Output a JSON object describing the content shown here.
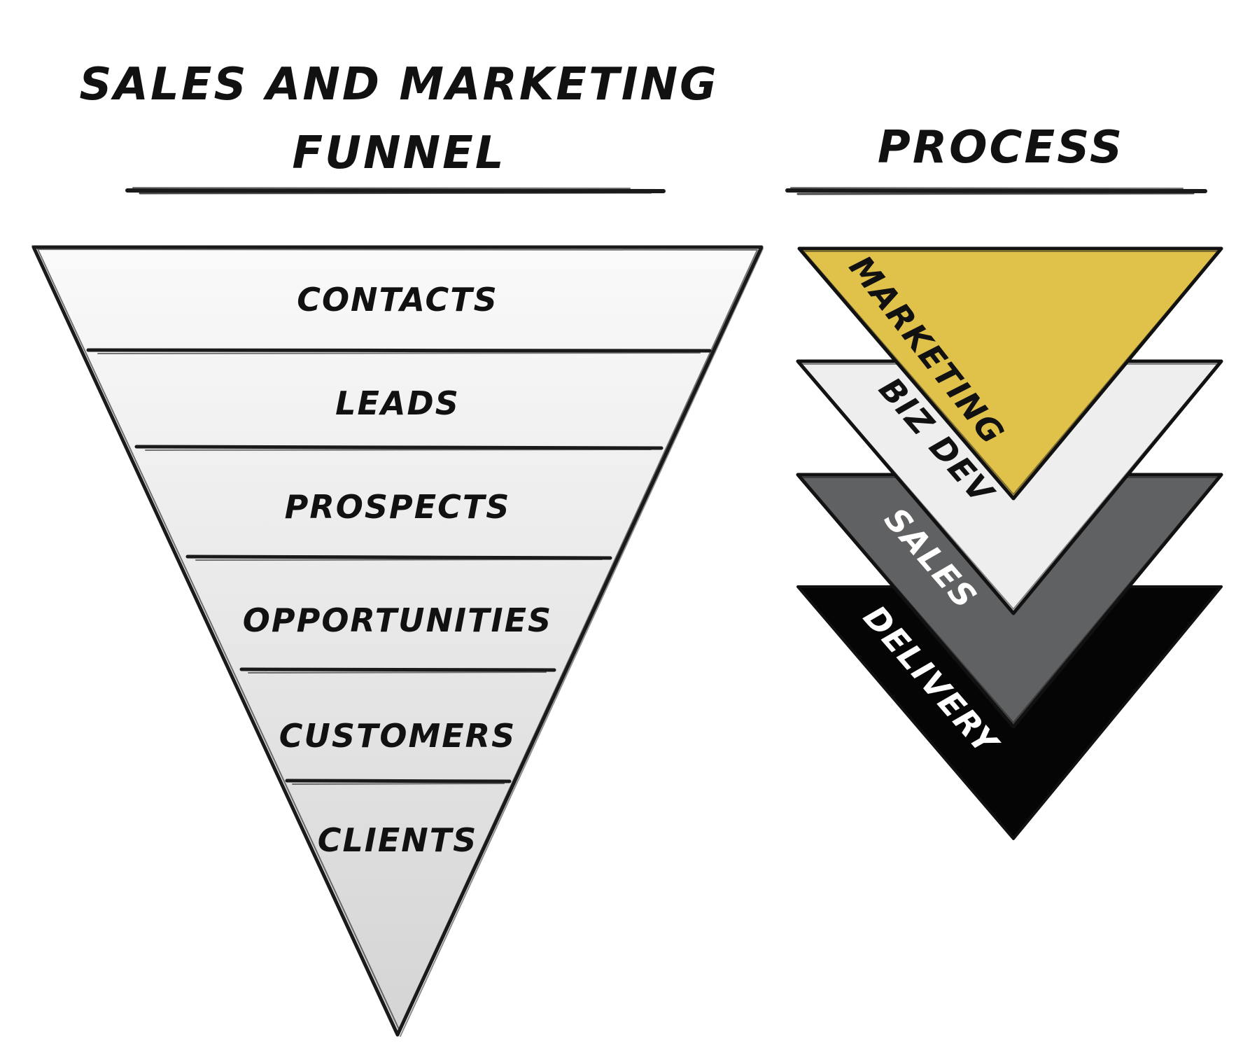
{
  "funnel": {
    "title_line1": "SALES AND MARKETING",
    "title_line2": "FUNNEL",
    "stages": [
      "CONTACTS",
      "LEADS",
      "PROSPECTS",
      "OPPORTUNITIES",
      "CUSTOMERS",
      "CLIENTS"
    ]
  },
  "process": {
    "title": "PROCESS",
    "layers": [
      {
        "label": "MARKETING",
        "color": "#e0c14a",
        "text_color": "#111111"
      },
      {
        "label": "BIZ DEV",
        "color": "#eeeeee",
        "text_color": "#111111"
      },
      {
        "label": "SALES",
        "color": "#606163",
        "text_color": "#ffffff"
      },
      {
        "label": "DELIVERY",
        "color": "#050505",
        "text_color": "#ffffff"
      }
    ]
  },
  "colors": {
    "funnel_top": "#fafafa",
    "funnel_bottom": "#d4d4d4",
    "ink": "#111111"
  }
}
